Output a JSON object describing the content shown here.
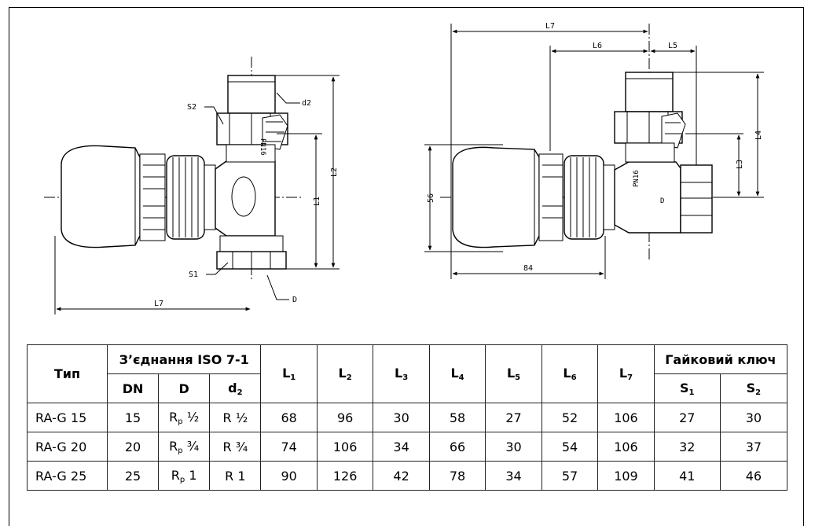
{
  "diagram_left": {
    "labels": {
      "s2": "S2",
      "d2": "d2",
      "l2": "L2",
      "l1": "L1",
      "s1": "S1",
      "d": "D",
      "l7": "L7",
      "pn": "PN16"
    }
  },
  "diagram_right": {
    "labels": {
      "l7": "L7",
      "l6": "L6",
      "l5": "L5",
      "l4": "L4",
      "l3": "L3",
      "h56": "56",
      "w84": "84",
      "pn": "PN16",
      "d": "D"
    }
  },
  "table": {
    "type_header": "Тип",
    "connection_header": "З’єднання ISO 7-1",
    "wrench_header": "Гайковий ключ",
    "dn_header": "DN",
    "d_header": "D",
    "d2_header": "d",
    "d2_sub": "2",
    "l_prefix": "L",
    "l_subs": [
      "1",
      "2",
      "3",
      "4",
      "5",
      "6",
      "7"
    ],
    "s_prefix": "S",
    "s_subs": [
      "1",
      "2"
    ],
    "rows": [
      {
        "type": "RA-G 15",
        "dn": "15",
        "d_main": "R",
        "d_sub": "p",
        "d_val": "½",
        "d2": "R ½",
        "l1": "68",
        "l2": "96",
        "l3": "30",
        "l4": "58",
        "l5": "27",
        "l6": "52",
        "l7": "106",
        "s1": "27",
        "s2": "30"
      },
      {
        "type": "RA-G 20",
        "dn": "20",
        "d_main": "R",
        "d_sub": "p",
        "d_val": "¾",
        "d2": "R ¾",
        "l1": "74",
        "l2": "106",
        "l3": "34",
        "l4": "66",
        "l5": "30",
        "l6": "54",
        "l7": "106",
        "s1": "32",
        "s2": "37"
      },
      {
        "type": "RA-G 25",
        "dn": "25",
        "d_main": "R",
        "d_sub": "p",
        "d_val": "1",
        "d2": "R 1",
        "l1": "90",
        "l2": "126",
        "l3": "42",
        "l4": "78",
        "l5": "34",
        "l6": "57",
        "l7": "109",
        "s1": "41",
        "s2": "46"
      }
    ]
  }
}
